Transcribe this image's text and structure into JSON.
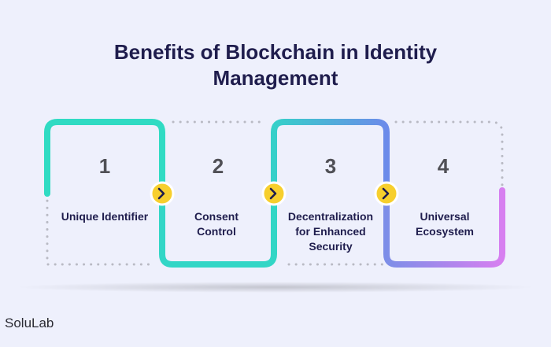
{
  "title": {
    "line1": "Benefits of Blockchain in Identity",
    "line2": "Management"
  },
  "steps": [
    {
      "number": "1",
      "label_lines": [
        "Unique Identifier"
      ]
    },
    {
      "number": "2",
      "label_lines": [
        "Consent",
        "Control"
      ]
    },
    {
      "number": "3",
      "label_lines": [
        "Decentralization",
        "for Enhanced",
        "Security"
      ]
    },
    {
      "number": "4",
      "label_lines": [
        "Universal",
        "Ecosystem"
      ]
    }
  ],
  "brand": "SoluLab",
  "colors": {
    "background": "#eef0fc",
    "title": "#1f1d4d",
    "teal": "#30dbc3",
    "blue": "#6c8bea",
    "violet": "#d77ff0",
    "dots": "#b9bac4",
    "arrow_badge": "#f7cf2d"
  }
}
